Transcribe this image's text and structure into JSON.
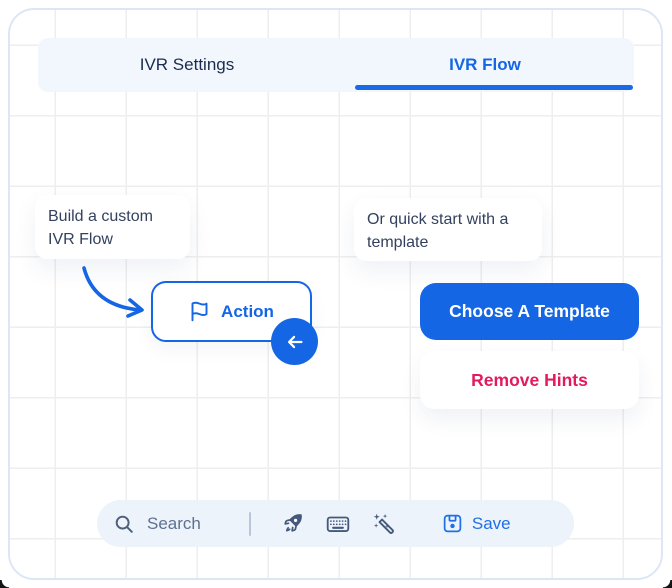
{
  "tabs": [
    {
      "label": "IVR Settings",
      "active": false
    },
    {
      "label": "IVR Flow",
      "active": true
    }
  ],
  "hints": {
    "left_text": "Build a custom IVR Flow",
    "right_text": "Or quick start with a template"
  },
  "canvas": {
    "action_node_label": "Action",
    "action_node_icon": "flag-icon",
    "back_circle_icon": "arrow-left-icon"
  },
  "buttons": {
    "choose_template_label": "Choose A Template",
    "remove_hints_label": "Remove Hints"
  },
  "toolbar": {
    "search_placeholder": "Search",
    "save_label": "Save",
    "icons": [
      "search-icon",
      "rocket-icon",
      "keyboard-icon",
      "magic-wand-icon",
      "save-icon"
    ]
  },
  "colors": {
    "primary_blue": "#1566e4",
    "accent_pink": "#e31b5d",
    "dark_navy_text": "#1b2b4e",
    "hint_text": "#33415e",
    "slate_icon": "#44597c",
    "toolbar_bg": "#edf3fa",
    "tabbar_bg": "#f2f7fd",
    "card_border": "#dbe7f7",
    "grid_line": "#efeeee"
  }
}
